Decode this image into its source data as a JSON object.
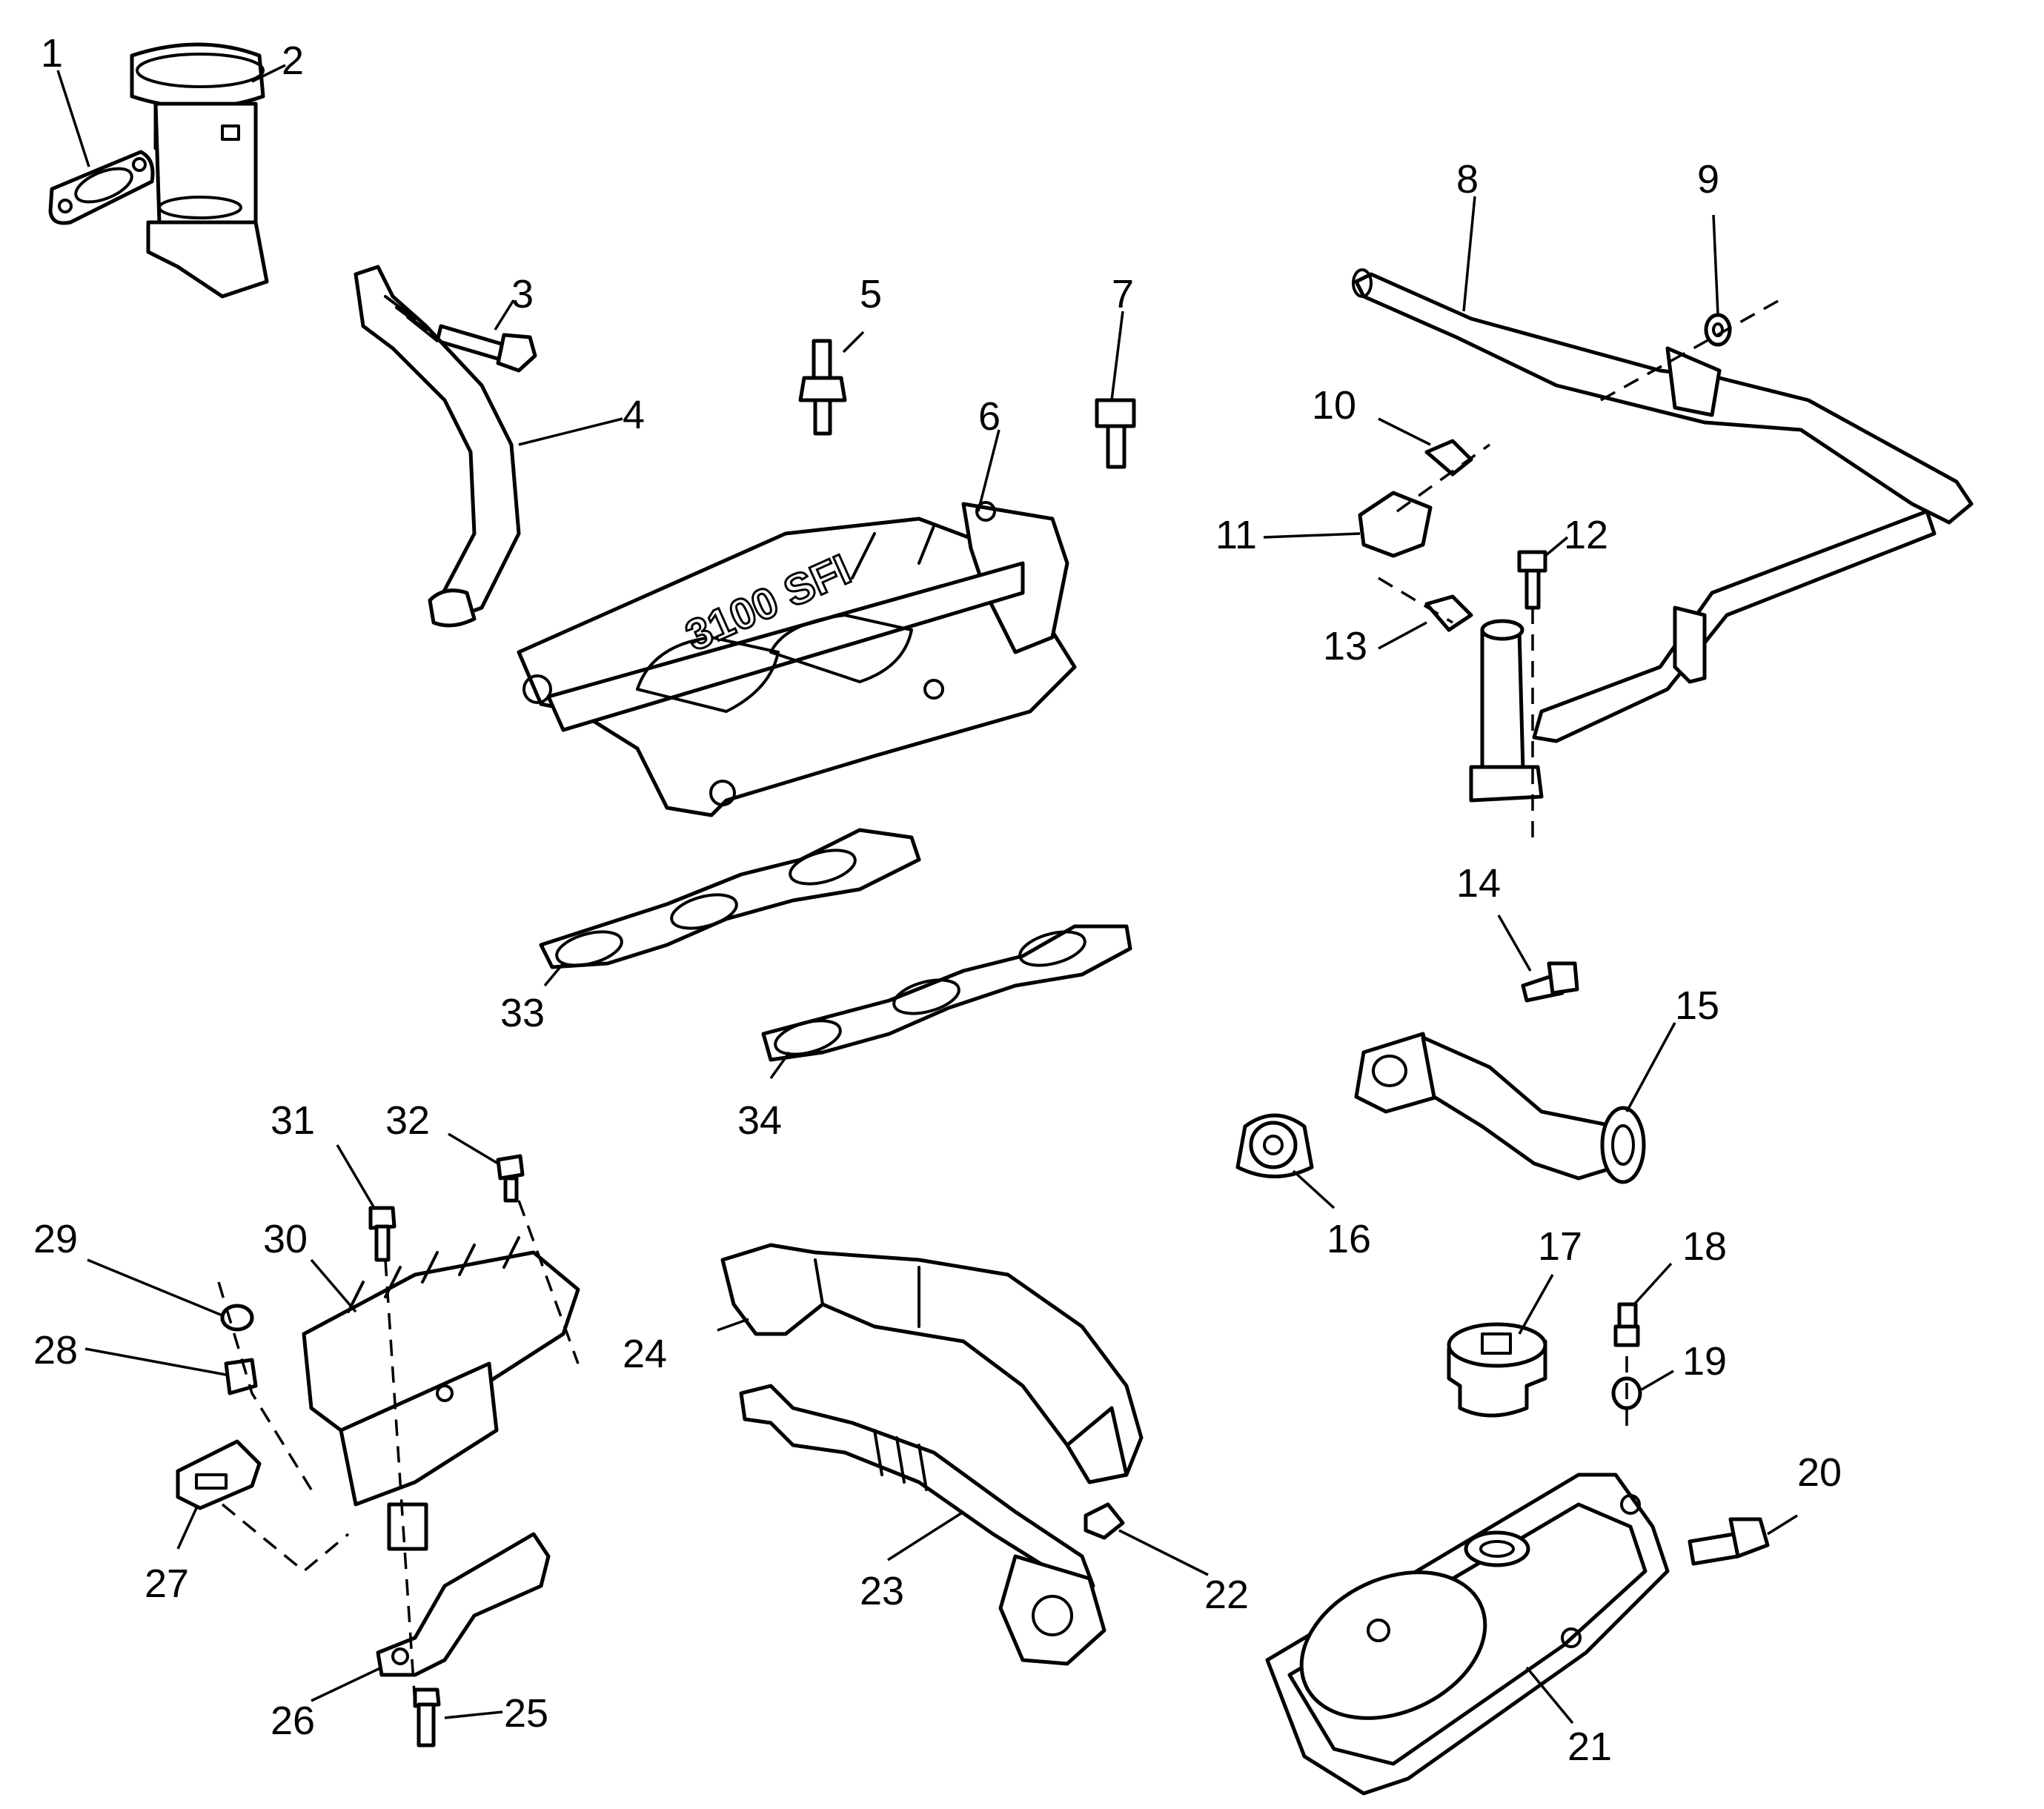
{
  "diagram": {
    "manifold_stamp": "3100 SFI",
    "callouts": [
      "1",
      "2",
      "3",
      "4",
      "5",
      "6",
      "7",
      "8",
      "9",
      "10",
      "11",
      "12",
      "13",
      "14",
      "15",
      "16",
      "17",
      "18",
      "19",
      "20",
      "21",
      "22",
      "23",
      "24",
      "25",
      "26",
      "27",
      "28",
      "29",
      "30",
      "31",
      "32",
      "33",
      "34"
    ]
  }
}
